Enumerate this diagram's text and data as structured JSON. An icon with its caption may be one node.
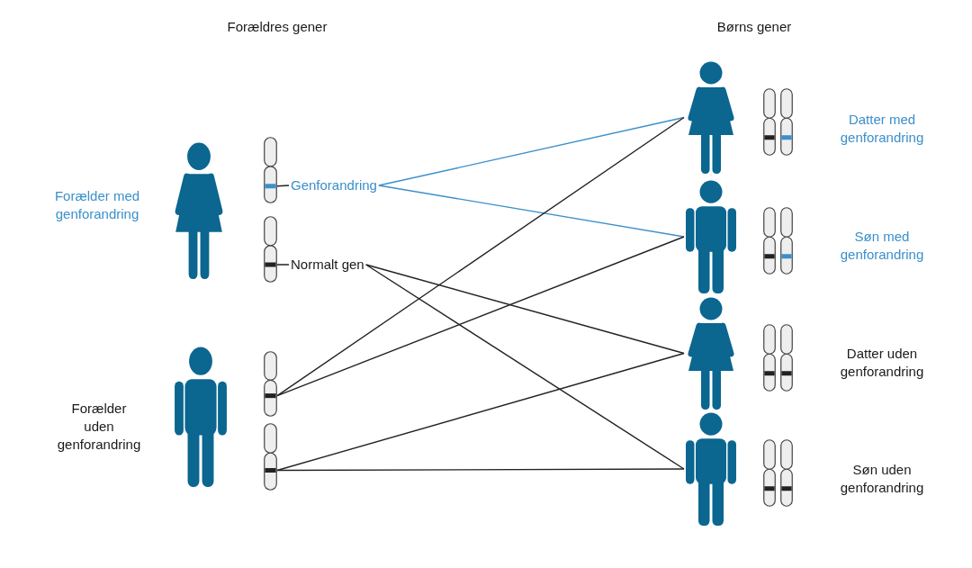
{
  "diagram": {
    "nodes": [
      {
        "text": [],
        "shape": "person",
        "beside": [
          "Forælder med genforandring"
        ]
      },
      {
        "text": [],
        "shape": "picture"
      },
      {
        "text": [
          "Genforandring"
        ]
      },
      {
        "text": [],
        "shape": "picture"
      },
      {
        "text": [
          "Normalt gen"
        ]
      },
      {
        "text": [],
        "shape": "person",
        "beside": [
          "Forælder uden genforandring"
        ]
      },
      {
        "text": [],
        "shape": "picture"
      },
      {
        "text": [],
        "shape": "picture"
      },
      {
        "text": [],
        "shape": "person"
      },
      {
        "text": [],
        "shape": "person"
      },
      {
        "text": [],
        "shape": "person"
      },
      {
        "text": [],
        "shape": "person"
      }
    ],
    "edges": [
      {
        "from": 2,
        "to": 1,
        "arrow": "none"
      },
      {
        "from": 4,
        "to": 3,
        "arrow": "none"
      },
      {
        "from": 2,
        "to": 8,
        "arrow": "none",
        "color": "#3b8fcb"
      },
      {
        "from": 2,
        "to": 9,
        "arrow": "none",
        "color": "#3b8fcb"
      },
      {
        "from": 4,
        "to": 10,
        "arrow": "none"
      },
      {
        "from": 4,
        "to": 11,
        "arrow": "none"
      },
      {
        "from": 6,
        "to": 8,
        "arrow": "none"
      },
      {
        "from": 6,
        "to": 9,
        "arrow": "none"
      },
      {
        "from": 7,
        "to": 10,
        "arrow": "none"
      },
      {
        "from": 7,
        "to": 11,
        "arrow": "none"
      }
    ],
    "labels": [
      "Forældres gener",
      "Børns gener",
      "Datter med genforandring",
      "Søn med genforandring",
      "Datter uden genforandring",
      "Søn uden genforandring"
    ]
  }
}
